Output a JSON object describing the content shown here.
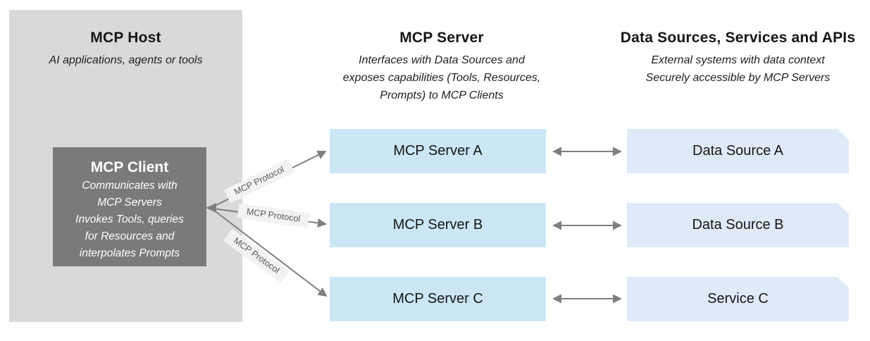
{
  "host": {
    "title": "MCP Host",
    "subtitle": "AI applications, agents or tools"
  },
  "client": {
    "title": "MCP Client",
    "lines": [
      "Communicates with",
      "MCP Servers",
      "Invokes Tools, queries",
      "for Resources and",
      "interpolates Prompts"
    ]
  },
  "server_column": {
    "title": "MCP Server",
    "subtitle_lines": [
      "Interfaces with Data Sources and",
      "exposes capabilities (Tools, Resources,",
      "Prompts) to MCP Clients"
    ]
  },
  "sources_column": {
    "title": "Data Sources, Services and APIs",
    "subtitle_lines": [
      "External systems with data context",
      "Securely accessible by MCP Servers"
    ]
  },
  "servers": [
    {
      "label": "MCP Server A"
    },
    {
      "label": "MCP Server B"
    },
    {
      "label": "MCP Server C"
    }
  ],
  "sources": [
    {
      "label": "Data Source A"
    },
    {
      "label": "Data Source B"
    },
    {
      "label": "Service C"
    }
  ],
  "protocol_labels": [
    "MCP Protocol",
    "MCP Protocol",
    "MCP Protocol"
  ],
  "colors": {
    "host_bg": "#d9d9d9",
    "client_bg": "#7a7a7a",
    "server_box_bg": "#cbe7f6",
    "source_box_bg": "#dfeaf8",
    "arrow": "#7f7f7f",
    "protocol_label_bg": "#f2f2f2",
    "protocol_label_text": "#595959"
  }
}
